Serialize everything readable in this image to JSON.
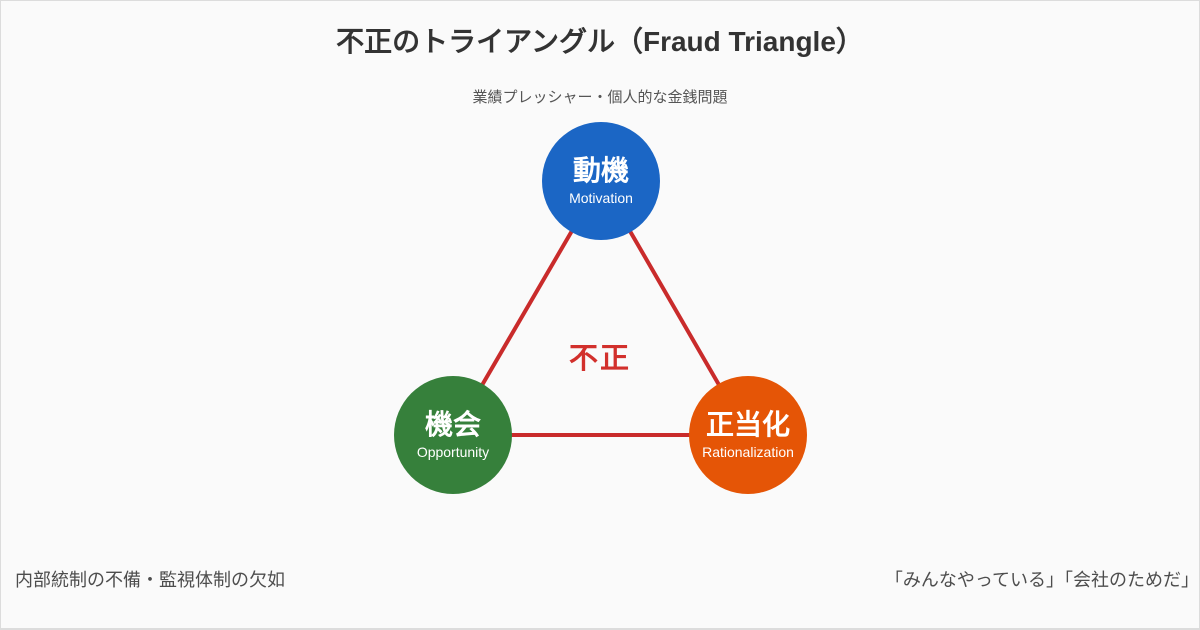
{
  "diagram": {
    "title": "不正のトライアングル（Fraud Triangle）",
    "center_label": "不正",
    "colors": {
      "background": "#FAFAFA",
      "border": "#DCDCDC",
      "title_text": "#333333",
      "subtitle_text": "#555555",
      "note_text": "#4D4D4D",
      "edge": "#C92B2B",
      "center_label": "#D2302C",
      "node_text": "#FFFFFF"
    },
    "nodes": [
      {
        "id": "motivation",
        "label_ja": "動機",
        "label_en": "Motivation",
        "color": "#1B66C5",
        "note": "業績プレッシャー・個人的な金銭問題"
      },
      {
        "id": "opportunity",
        "label_ja": "機会",
        "label_en": "Opportunity",
        "color": "#36803B",
        "note": "内部統制の不備・監視体制の欠如"
      },
      {
        "id": "rationalization",
        "label_ja": "正当化",
        "label_en": "Rationalization",
        "color": "#E55506",
        "note": "「みんなやっている」「会社のためだ」"
      }
    ]
  }
}
